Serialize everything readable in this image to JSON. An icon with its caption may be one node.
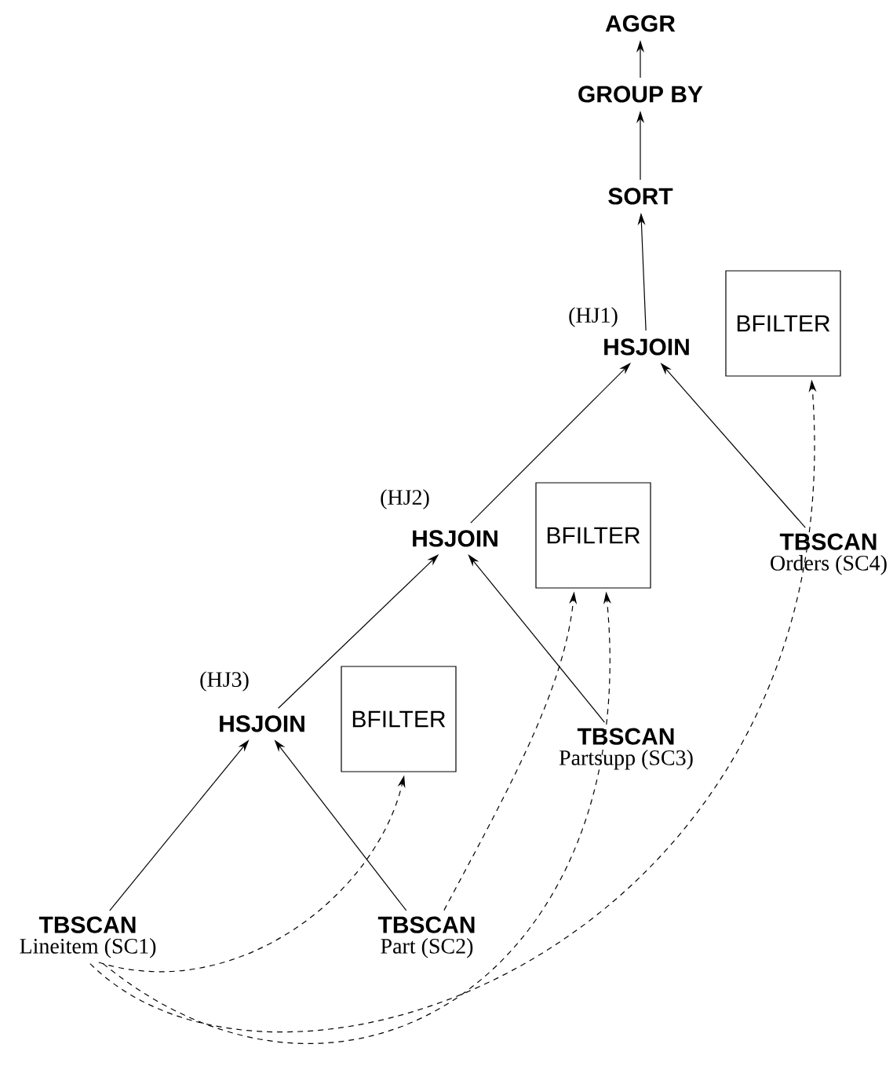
{
  "diagram": {
    "nodes": [
      {
        "text": [
          "AGGR"
        ]
      },
      {
        "text": [
          "GROUP BY"
        ]
      },
      {
        "text": [
          "SORT"
        ]
      },
      {
        "text": [
          "HSJOIN"
        ],
        "beside": [
          "(HJ1)"
        ]
      },
      {
        "text": [
          "BFILTER"
        ]
      },
      {
        "text": [
          "HSJOIN"
        ],
        "beside": [
          "(HJ2)"
        ]
      },
      {
        "text": [
          "BFILTER"
        ]
      },
      {
        "text": [
          "TBSCAN",
          "Orders (SC4)"
        ]
      },
      {
        "text": [
          "HSJOIN"
        ],
        "beside": [
          "(HJ3)"
        ]
      },
      {
        "text": [
          "BFILTER"
        ]
      },
      {
        "text": [
          "TBSCAN",
          "Partsupp (SC3)"
        ]
      },
      {
        "text": [
          "TBSCAN",
          "Lineitem (SC1)"
        ]
      },
      {
        "text": [
          "TBSCAN",
          "Part (SC2)"
        ]
      }
    ],
    "edges": [
      {
        "from": 1,
        "to": 0,
        "arrow": "to"
      },
      {
        "from": 2,
        "to": 1,
        "arrow": "to"
      },
      {
        "from": 3,
        "to": 2,
        "arrow": "to"
      },
      {
        "from": 5,
        "to": 3,
        "arrow": "to"
      },
      {
        "from": 7,
        "to": 3,
        "arrow": "to"
      },
      {
        "from": 8,
        "to": 5,
        "arrow": "to"
      },
      {
        "from": 10,
        "to": 5,
        "arrow": "to"
      },
      {
        "from": 11,
        "to": 8,
        "arrow": "to"
      },
      {
        "from": 12,
        "to": 8,
        "arrow": "to"
      },
      {
        "from": 11,
        "to": 9,
        "arrow": "to",
        "style": "dashed"
      },
      {
        "from": 12,
        "to": 6,
        "arrow": "to",
        "style": "dashed"
      },
      {
        "from": 11,
        "to": 6,
        "arrow": "to",
        "style": "dashed"
      },
      {
        "from": 11,
        "to": 4,
        "arrow": "to",
        "style": "dashed"
      }
    ]
  }
}
